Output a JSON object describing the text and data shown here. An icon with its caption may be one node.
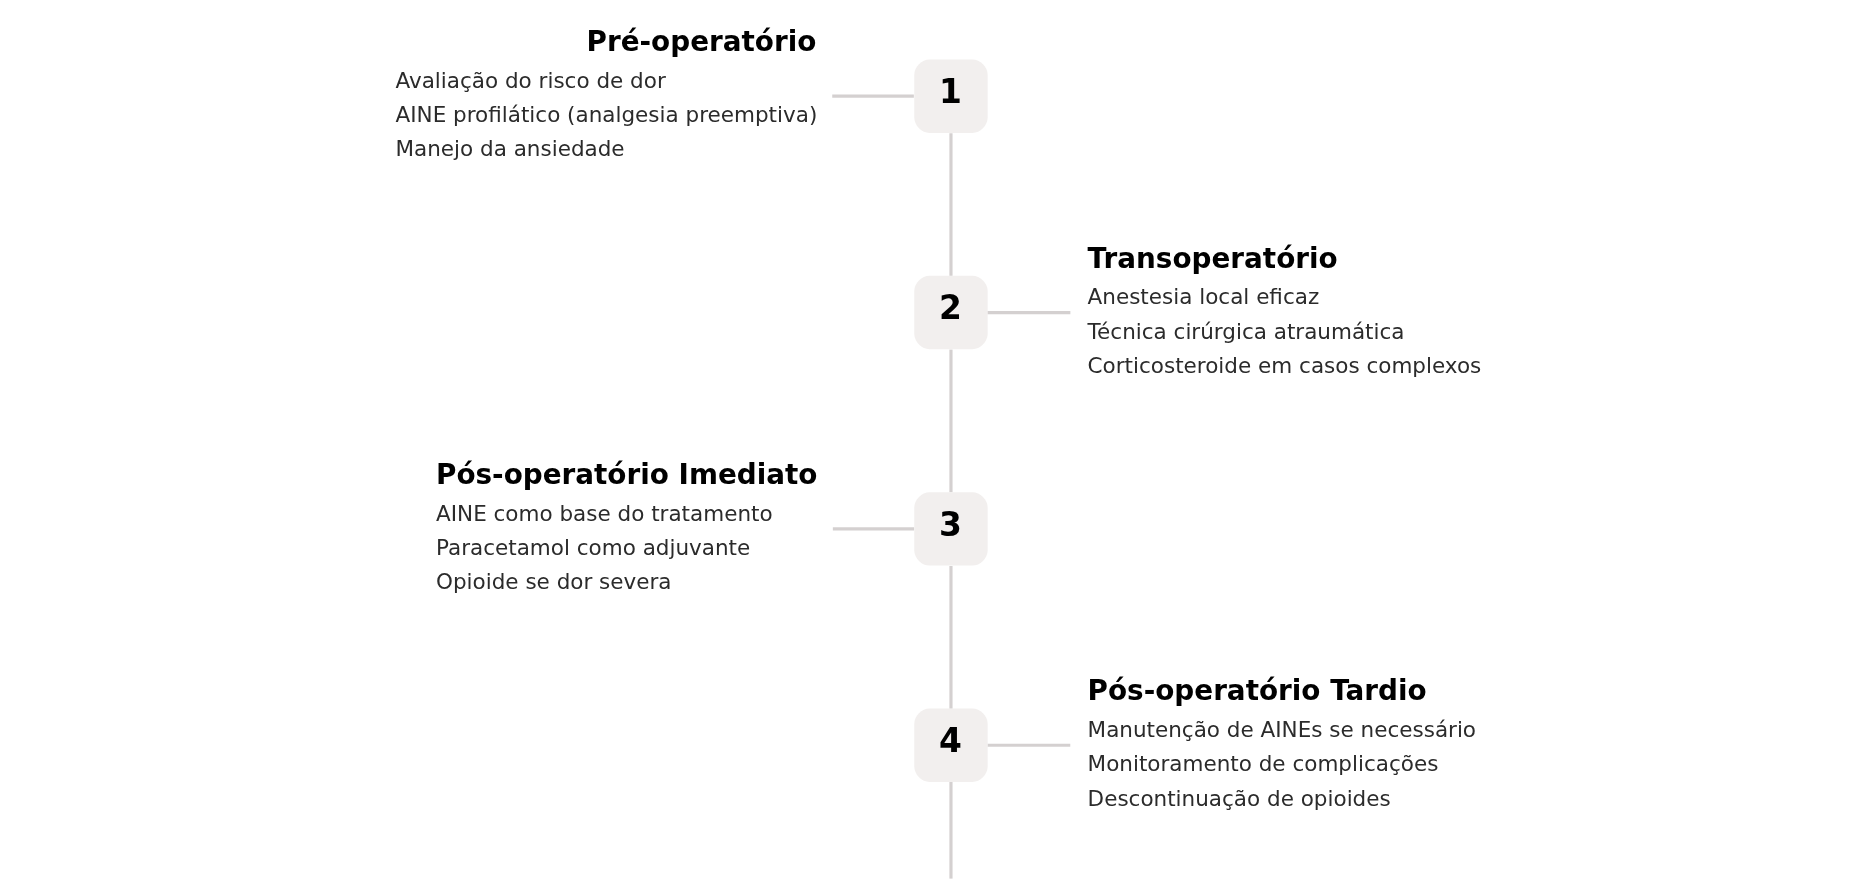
{
  "diagram": {
    "nodes": [
      {
        "text": [
          "Pré-operatório",
          "Avaliação do risco de dor",
          "AINE profilático (analgesia preemptiva)",
          "Manejo da ansiedade"
        ]
      },
      {
        "text": [
          "1"
        ]
      },
      {
        "text": [
          "2"
        ]
      },
      {
        "text": [
          "Transoperatório",
          "Anestesia local eficaz",
          "Técnica cirúrgica atraumática",
          "Corticosteroide em casos complexos"
        ]
      },
      {
        "text": [
          "Pós-operatório Imediato",
          "AINE como base do tratamento",
          "Paracetamol como adjuvante",
          "Opioide se dor severa"
        ]
      },
      {
        "text": [
          "3"
        ]
      },
      {
        "text": [
          "4"
        ]
      },
      {
        "text": [
          "Pós-operatório Tardio",
          "Manutenção de AINEs se necessário",
          "Monitoramento de complicações",
          "Descontinuação de opioides"
        ]
      }
    ],
    "edges": [
      {
        "from": 0,
        "to": 1,
        "arrow": "none"
      },
      {
        "from": 1,
        "to": 2,
        "arrow": "none"
      },
      {
        "from": 2,
        "to": 3,
        "arrow": "none"
      },
      {
        "from": 2,
        "to": 5,
        "arrow": "none"
      },
      {
        "from": 4,
        "to": 5,
        "arrow": "none"
      },
      {
        "from": 5,
        "to": 6,
        "arrow": "none"
      },
      {
        "from": 6,
        "to": 7,
        "arrow": "none"
      },
      {
        "from": 6,
        "to": null,
        "arrow": "none"
      }
    ]
  }
}
